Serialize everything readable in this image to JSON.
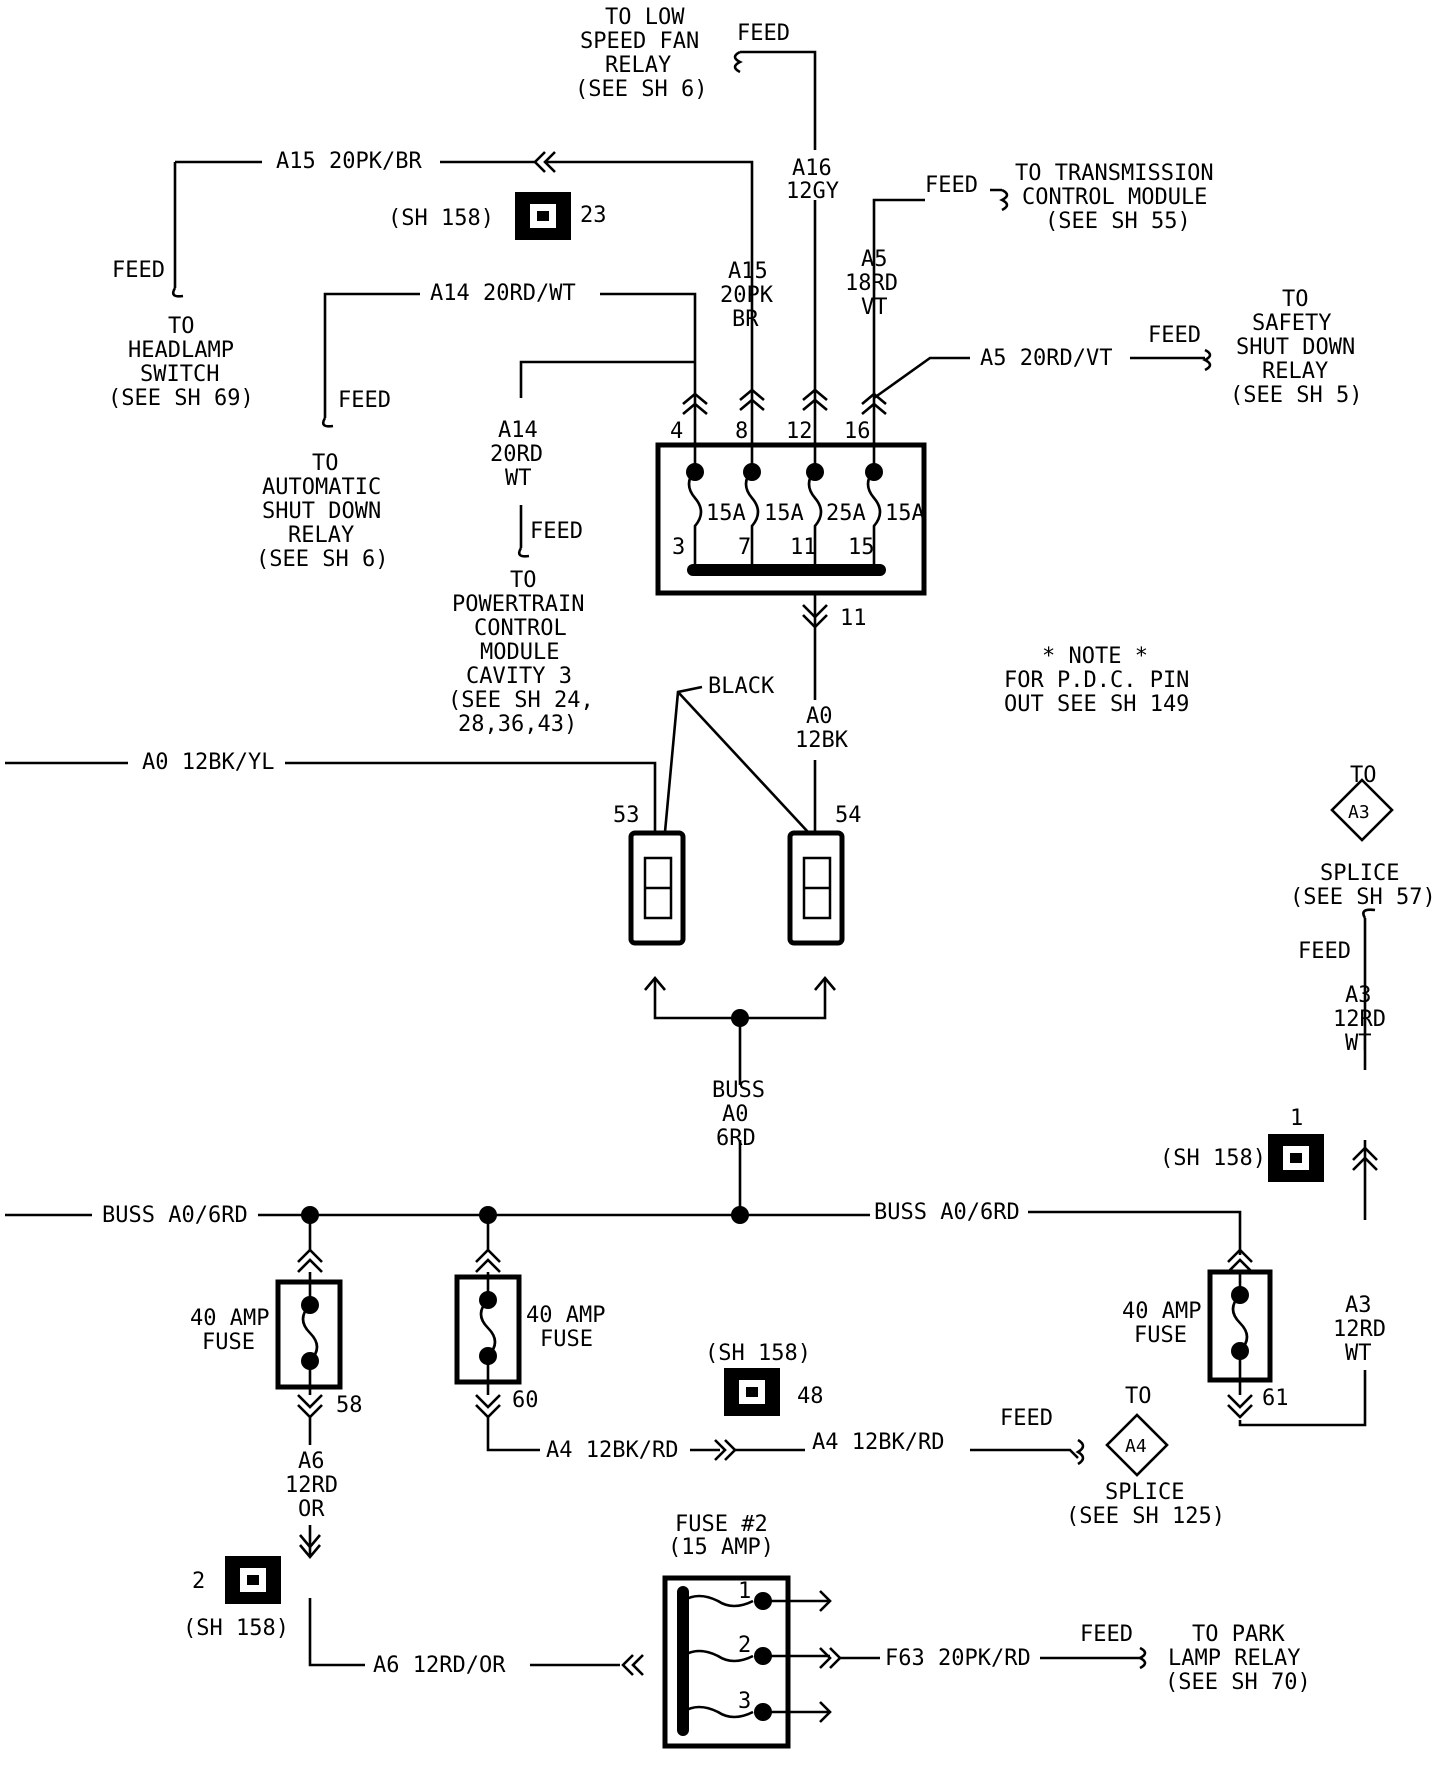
{
  "texts": {
    "low_fan_1": "TO LOW",
    "low_fan_2": "SPEED FAN",
    "low_fan_3": "RELAY",
    "low_fan_4": "(SEE SH 6)",
    "low_fan_feed": "FEED",
    "a15_wire": "A15 20PK/BR",
    "sh158_top": "(SH 158)",
    "conn23": "23",
    "a16_1": "A16",
    "a16_2": "12GY",
    "tcm_feed": "FEED",
    "tcm_1": "TO TRANSMISSION",
    "tcm_2": "CONTROL MODULE",
    "tcm_3": "(SEE SH 55)",
    "head_feed": "FEED",
    "head_1": "TO",
    "head_2": "HEADLAMP",
    "head_3": "SWITCH",
    "head_4": "(SEE SH 69)",
    "a14_wire": "A14 20RD/WT",
    "a15_v1": "A15",
    "a15_v2": "20PK",
    "a15_v3": "BR",
    "a5_v1": "A5",
    "a5_v2": "18RD",
    "a5_v3": "VT",
    "asd_feed": "FEED",
    "asd_1": "TO",
    "asd_2": "AUTOMATIC",
    "asd_3": "SHUT DOWN",
    "asd_4": "RELAY",
    "asd_5": "(SEE SH 6)",
    "a5_wire": "A5 20RD/VT",
    "ssd_feed": "FEED",
    "ssd_1": "TO",
    "ssd_2": "SAFETY",
    "ssd_3": "SHUT DOWN",
    "ssd_4": "RELAY",
    "ssd_5": "(SEE SH 5)",
    "a14_v1": "A14",
    "a14_v2": "20RD",
    "a14_v3": "WT",
    "pcm_feed": "FEED",
    "pcm_1": "TO",
    "pcm_2": "POWERTRAIN",
    "pcm_3": "CONTROL",
    "pcm_4": "MODULE",
    "pcm_5": "CAVITY 3",
    "pcm_6": "(SEE SH 24,",
    "pcm_7": "28,36,43)",
    "pin4": "4",
    "pin8": "8",
    "pin12": "12",
    "pin16": "16",
    "fuse15a_1": "15A",
    "fuse15a_2": "15A",
    "fuse25a": "25A",
    "fuse15a_3": "15A",
    "pin3": "3",
    "pin7": "7",
    "pin11": "11",
    "pin15": "15",
    "pin11_out": "11",
    "black": "BLACK",
    "a0_v1": "A0",
    "a0_v2": "12BK",
    "note_1": "* NOTE *",
    "note_2": "FOR P.D.C. PIN",
    "note_3": "OUT SEE SH 149",
    "a0_wire": "A0 12BK/YL",
    "term53": "53",
    "term54": "54",
    "a3splice_to": "TO",
    "a3splice_id": "A3",
    "a3splice_1": "SPLICE",
    "a3splice_2": "(SEE SH 57)",
    "a3_feed": "FEED",
    "a3_v1": "A3",
    "a3_v2": "12RD",
    "a3_v3": "WT",
    "buss_1": "BUSS",
    "buss_2": "A0",
    "buss_3": "6RD",
    "conn1": "1",
    "sh158_r": "(SH 158)",
    "buss_left": "BUSS A0/6RD",
    "buss_right": "BUSS A0/6RD",
    "fuse40_l_1": "40 AMP",
    "fuse40_l_2": "FUSE",
    "fuse40_m_1": "40 AMP",
    "fuse40_m_2": "FUSE",
    "fuse40_r_1": "40 AMP",
    "fuse40_r_2": "FUSE",
    "a3_lower_1": "A3",
    "a3_lower_2": "12RD",
    "a3_lower_3": "WT",
    "sh158_mid": "(SH 158)",
    "conn48": "48",
    "pin58": "58",
    "pin60": "60",
    "pin61": "61",
    "a4_wire_1": "A4 12BK/RD",
    "a4_wire_2": "A4 12BK/RD",
    "a4_feed": "FEED",
    "a4splice_to": "TO",
    "a4splice_id": "A4",
    "a4splice_1": "SPLICE",
    "a4splice_2": "(SEE SH 125)",
    "a6_v1": "A6",
    "a6_v2": "12RD",
    "a6_v3": "OR",
    "conn2": "2",
    "sh158_bl": "(SH 158)",
    "fuse2_1": "FUSE #2",
    "fuse2_2": "(15 AMP)",
    "f2pin1": "1",
    "f2pin2": "2",
    "f2pin3": "3",
    "a6_wire": "A6 12RD/OR",
    "f63_wire": "F63 20PK/RD",
    "park_feed": "FEED",
    "park_1": "TO PARK",
    "park_2": "LAMP RELAY",
    "park_3": "(SEE SH 70)"
  }
}
